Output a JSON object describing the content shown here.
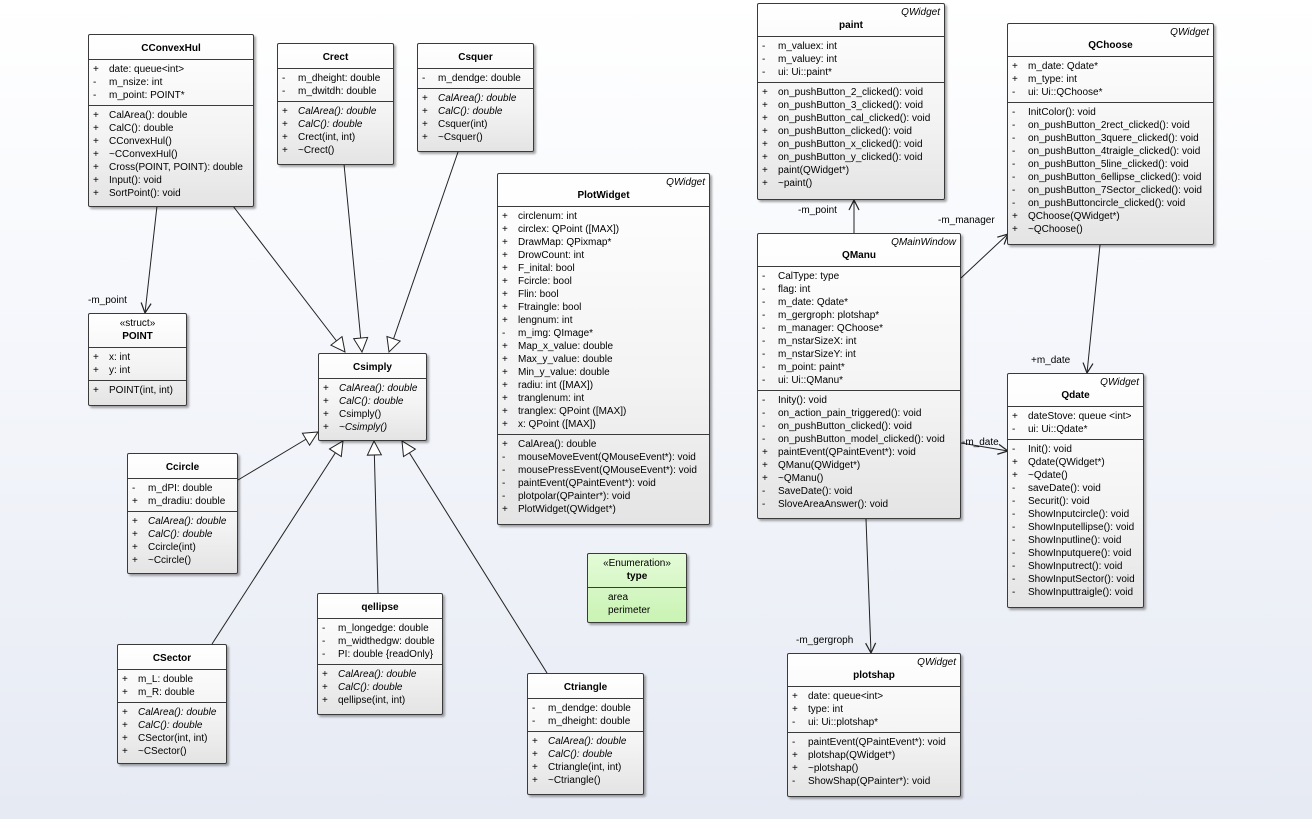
{
  "classes": {
    "cconvexhul": {
      "name": "CConvexHul",
      "attrs": [
        {
          "v": "+",
          "t": "date: queue<int>"
        },
        {
          "v": "-",
          "t": "m_nsize: int"
        },
        {
          "v": "-",
          "t": "m_point: POINT*"
        }
      ],
      "ops": [
        {
          "v": "+",
          "t": "CalArea(): double"
        },
        {
          "v": "+",
          "t": "CalC(): double"
        },
        {
          "v": "+",
          "t": "CConvexHul()"
        },
        {
          "v": "+",
          "t": "~CConvexHul()"
        },
        {
          "v": "+",
          "t": "Cross(POINT, POINT): double"
        },
        {
          "v": "+",
          "t": "Input(): void"
        },
        {
          "v": "+",
          "t": "SortPoint(): void"
        }
      ]
    },
    "crect": {
      "name": "Crect",
      "attrs": [
        {
          "v": "-",
          "t": "m_dheight: double"
        },
        {
          "v": "-",
          "t": "m_dwitdh: double"
        }
      ],
      "ops": [
        {
          "v": "+",
          "t": "CalArea(): double",
          "i": true
        },
        {
          "v": "+",
          "t": "CalC(): double",
          "i": true
        },
        {
          "v": "+",
          "t": "Crect(int, int)"
        },
        {
          "v": "+",
          "t": "~Crect()"
        }
      ]
    },
    "csquer": {
      "name": "Csquer",
      "attrs": [
        {
          "v": "-",
          "t": "m_dendge: double"
        }
      ],
      "ops": [
        {
          "v": "+",
          "t": "CalArea(): double",
          "i": true
        },
        {
          "v": "+",
          "t": "CalC(): double",
          "i": true
        },
        {
          "v": "+",
          "t": "Csquer(int)"
        },
        {
          "v": "+",
          "t": "~Csquer()"
        }
      ]
    },
    "point": {
      "stereotype": "«struct»",
      "name": "POINT",
      "attrs": [
        {
          "v": "+",
          "t": "x: int"
        },
        {
          "v": "+",
          "t": "y: int"
        }
      ],
      "ops": [
        {
          "v": "+",
          "t": "POINT(int, int)"
        }
      ]
    },
    "csimply": {
      "name": "Csimply",
      "attrs": [],
      "ops": [
        {
          "v": "+",
          "t": "CalArea(): double",
          "i": true
        },
        {
          "v": "+",
          "t": "CalC(): double",
          "i": true
        },
        {
          "v": "+",
          "t": "Csimply()"
        },
        {
          "v": "+",
          "t": "~Csimply()",
          "i": true
        }
      ]
    },
    "ccircle": {
      "name": "Ccircle",
      "attrs": [
        {
          "v": "-",
          "t": "m_dPI: double"
        },
        {
          "v": "+",
          "t": "m_dradiu: double"
        }
      ],
      "ops": [
        {
          "v": "+",
          "t": "CalArea(): double",
          "i": true
        },
        {
          "v": "+",
          "t": "CalC(): double",
          "i": true
        },
        {
          "v": "+",
          "t": "Ccircle(int)"
        },
        {
          "v": "+",
          "t": "~Ccircle()"
        }
      ]
    },
    "csector": {
      "name": "CSector",
      "attrs": [
        {
          "v": "+",
          "t": "m_L: double"
        },
        {
          "v": "+",
          "t": "m_R: double"
        }
      ],
      "ops": [
        {
          "v": "+",
          "t": "CalArea(): double",
          "i": true
        },
        {
          "v": "+",
          "t": "CalC(): double",
          "i": true
        },
        {
          "v": "+",
          "t": "CSector(int, int)"
        },
        {
          "v": "+",
          "t": "~CSector()"
        }
      ]
    },
    "qellipse": {
      "name": "qellipse",
      "attrs": [
        {
          "v": "-",
          "t": "m_longedge: double"
        },
        {
          "v": "-",
          "t": "m_widthedgw: double"
        },
        {
          "v": "-",
          "t": "PI: double {readOnly}"
        }
      ],
      "ops": [
        {
          "v": "+",
          "t": "CalArea(): double",
          "i": true
        },
        {
          "v": "+",
          "t": "CalC(): double",
          "i": true
        },
        {
          "v": "+",
          "t": "qellipse(int, int)"
        }
      ]
    },
    "ctriangle": {
      "name": "Ctriangle",
      "attrs": [
        {
          "v": "-",
          "t": "m_dendge: double"
        },
        {
          "v": "-",
          "t": "m_dheight: double"
        }
      ],
      "ops": [
        {
          "v": "+",
          "t": "CalArea(): double",
          "i": true
        },
        {
          "v": "+",
          "t": "CalC(): double",
          "i": true
        },
        {
          "v": "+",
          "t": "Ctriangle(int, int)"
        },
        {
          "v": "+",
          "t": "~Ctriangle()"
        }
      ]
    },
    "plotwidget": {
      "stereotype": "QWidget",
      "name": "PlotWidget",
      "attrs": [
        {
          "v": "+",
          "t": "circlenum: int"
        },
        {
          "v": "+",
          "t": "circlex: QPoint ([MAX])"
        },
        {
          "v": "+",
          "t": "DrawMap: QPixmap*"
        },
        {
          "v": "+",
          "t": "DrowCount: int"
        },
        {
          "v": "+",
          "t": "F_inital: bool"
        },
        {
          "v": "+",
          "t": "Fcircle: bool"
        },
        {
          "v": "+",
          "t": "Flin: bool"
        },
        {
          "v": "+",
          "t": "Ftraingle: bool"
        },
        {
          "v": "+",
          "t": "lengnum: int"
        },
        {
          "v": "-",
          "t": "m_img: QImage*"
        },
        {
          "v": "+",
          "t": "Map_x_value: double"
        },
        {
          "v": "+",
          "t": "Max_y_value: double"
        },
        {
          "v": "+",
          "t": "Min_y_value: double"
        },
        {
          "v": "+",
          "t": "radiu: int ([MAX])"
        },
        {
          "v": "+",
          "t": "tranglenum: int"
        },
        {
          "v": "+",
          "t": "tranglex: QPoint ([MAX])"
        },
        {
          "v": "+",
          "t": "x: QPoint ([MAX])"
        }
      ],
      "ops": [
        {
          "v": "+",
          "t": "CalArea(): double"
        },
        {
          "v": "-",
          "t": "mouseMoveEvent(QMouseEvent*): void"
        },
        {
          "v": "-",
          "t": "mousePressEvent(QMouseEvent*): void"
        },
        {
          "v": "-",
          "t": "paintEvent(QPaintEvent*): void"
        },
        {
          "v": "-",
          "t": "plotpolar(QPainter*): void"
        },
        {
          "v": "+",
          "t": "PlotWidget(QWidget*)"
        }
      ]
    },
    "typeenum": {
      "stereotype": "«Enumeration»",
      "name": "type",
      "literals": [
        "area",
        "perimeter"
      ]
    },
    "paint": {
      "stereotype": "QWidget",
      "name": "paint",
      "attrs": [
        {
          "v": "-",
          "t": "m_valuex: int"
        },
        {
          "v": "-",
          "t": "m_valuey: int"
        },
        {
          "v": "-",
          "t": "ui: Ui::paint*"
        }
      ],
      "ops": [
        {
          "v": "+",
          "t": "on_pushButton_2_clicked(): void"
        },
        {
          "v": "+",
          "t": "on_pushButton_3_clicked(): void"
        },
        {
          "v": "+",
          "t": "on_pushButton_cal_clicked(): void"
        },
        {
          "v": "+",
          "t": "on_pushButton_clicked(): void"
        },
        {
          "v": "+",
          "t": "on_pushButton_x_clicked(): void"
        },
        {
          "v": "+",
          "t": "on_pushButton_y_clicked(): void"
        },
        {
          "v": "+",
          "t": "paint(QWidget*)"
        },
        {
          "v": "+",
          "t": "~paint()"
        }
      ]
    },
    "qchoose": {
      "stereotype": "QWidget",
      "name": "QChoose",
      "attrs": [
        {
          "v": "+",
          "t": "m_date: Qdate*"
        },
        {
          "v": "+",
          "t": "m_type: int"
        },
        {
          "v": "-",
          "t": "ui: Ui::QChoose*"
        }
      ],
      "ops": [
        {
          "v": "-",
          "t": "InitColor(): void"
        },
        {
          "v": "-",
          "t": "on_pushButton_2rect_clicked(): void"
        },
        {
          "v": "-",
          "t": "on_pushButton_3quere_clicked(): void"
        },
        {
          "v": "-",
          "t": "on_pushButton_4traigle_clicked(): void"
        },
        {
          "v": "-",
          "t": "on_pushButton_5line_clicked(): void"
        },
        {
          "v": "-",
          "t": "on_pushButton_6ellipse_clicked(): void"
        },
        {
          "v": "-",
          "t": "on_pushButton_7Sector_clicked(): void"
        },
        {
          "v": "-",
          "t": "on_pushButtoncircle_clicked(): void"
        },
        {
          "v": "+",
          "t": "QChoose(QWidget*)"
        },
        {
          "v": "+",
          "t": "~QChoose()"
        }
      ]
    },
    "qmanu": {
      "stereotype": "QMainWindow",
      "name": "QManu",
      "attrs": [
        {
          "v": "-",
          "t": "CalType: type"
        },
        {
          "v": "-",
          "t": "flag: int"
        },
        {
          "v": "-",
          "t": "m_date: Qdate*"
        },
        {
          "v": "-",
          "t": "m_gergroph: plotshap*"
        },
        {
          "v": "-",
          "t": "m_manager: QChoose*"
        },
        {
          "v": "-",
          "t": "m_nstarSizeX: int"
        },
        {
          "v": "-",
          "t": "m_nstarSizeY: int"
        },
        {
          "v": "-",
          "t": "m_point: paint*"
        },
        {
          "v": "-",
          "t": "ui: Ui::QManu*"
        }
      ],
      "ops": [
        {
          "v": "-",
          "t": "Inity(): void"
        },
        {
          "v": "-",
          "t": "on_action_pain_triggered(): void"
        },
        {
          "v": "-",
          "t": "on_pushButton_clicked(): void"
        },
        {
          "v": "-",
          "t": "on_pushButton_model_clicked(): void"
        },
        {
          "v": "+",
          "t": "paintEvent(QPaintEvent*): void"
        },
        {
          "v": "+",
          "t": "QManu(QWidget*)"
        },
        {
          "v": "+",
          "t": "~QManu()"
        },
        {
          "v": "-",
          "t": "SaveDate(): void"
        },
        {
          "v": "-",
          "t": "SloveAreaAnswer(): void"
        }
      ]
    },
    "qdate": {
      "stereotype": "QWidget",
      "name": "Qdate",
      "attrs": [
        {
          "v": "+",
          "t": "dateStove: queue <int>"
        },
        {
          "v": "-",
          "t": "ui: Ui::Qdate*"
        }
      ],
      "ops": [
        {
          "v": "-",
          "t": "Init(): void"
        },
        {
          "v": "+",
          "t": "Qdate(QWidget*)"
        },
        {
          "v": "+",
          "t": "~Qdate()"
        },
        {
          "v": "-",
          "t": "saveDate(): void"
        },
        {
          "v": "-",
          "t": "Securit(): void"
        },
        {
          "v": "-",
          "t": "ShowInputcircle(): void"
        },
        {
          "v": "-",
          "t": "ShowInputellipse(): void"
        },
        {
          "v": "-",
          "t": "ShowInputline(): void"
        },
        {
          "v": "-",
          "t": "ShowInputquere(): void"
        },
        {
          "v": "-",
          "t": "ShowInputrect(): void"
        },
        {
          "v": "-",
          "t": "ShowInputSector(): void"
        },
        {
          "v": "-",
          "t": "ShowInputtraigle(): void"
        }
      ]
    },
    "plotshap": {
      "stereotype": "QWidget",
      "name": "plotshap",
      "attrs": [
        {
          "v": "+",
          "t": "date: queue<int>"
        },
        {
          "v": "+",
          "t": "type: int"
        },
        {
          "v": "-",
          "t": "ui: Ui::plotshap*"
        }
      ],
      "ops": [
        {
          "v": "-",
          "t": "paintEvent(QPaintEvent*): void"
        },
        {
          "v": "+",
          "t": "plotshap(QWidget*)"
        },
        {
          "v": "+",
          "t": "~plotshap()"
        },
        {
          "v": "-",
          "t": "ShowShap(QPainter*): void"
        }
      ]
    }
  },
  "relations": {
    "generalizations": [
      {
        "from": "CConvexHul",
        "to": "Csimply"
      },
      {
        "from": "Crect",
        "to": "Csimply"
      },
      {
        "from": "Csquer",
        "to": "Csimply"
      },
      {
        "from": "Ccircle",
        "to": "Csimply"
      },
      {
        "from": "CSector",
        "to": "Csimply"
      },
      {
        "from": "qellipse",
        "to": "Csimply"
      },
      {
        "from": "Ctriangle",
        "to": "Csimply"
      }
    ],
    "associations": [
      {
        "from": "CConvexHul",
        "to": "POINT",
        "role": "-m_point"
      },
      {
        "from": "QManu",
        "to": "paint",
        "role": "-m_point"
      },
      {
        "from": "QManu",
        "to": "QChoose",
        "role": "-m_manager"
      },
      {
        "from": "QChoose",
        "to": "Qdate",
        "role": "+m_date"
      },
      {
        "from": "QManu",
        "to": "Qdate",
        "role": "-m_date"
      },
      {
        "from": "QManu",
        "to": "plotshap",
        "role": "-m_gergroph"
      }
    ]
  }
}
